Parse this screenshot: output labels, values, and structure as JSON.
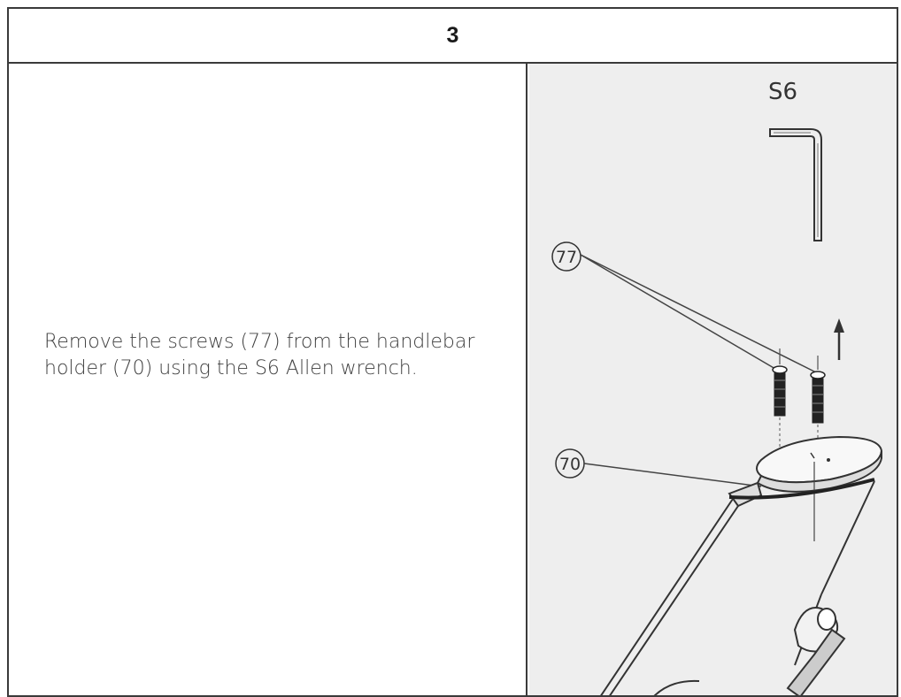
{
  "step": {
    "number": "3",
    "instruction": "Remove the screws (77) from the handlebar holder (70) using the S6 Allen wrench."
  },
  "diagram": {
    "tool_label": "S6",
    "callouts": {
      "screws": "77",
      "holder": "70"
    }
  }
}
